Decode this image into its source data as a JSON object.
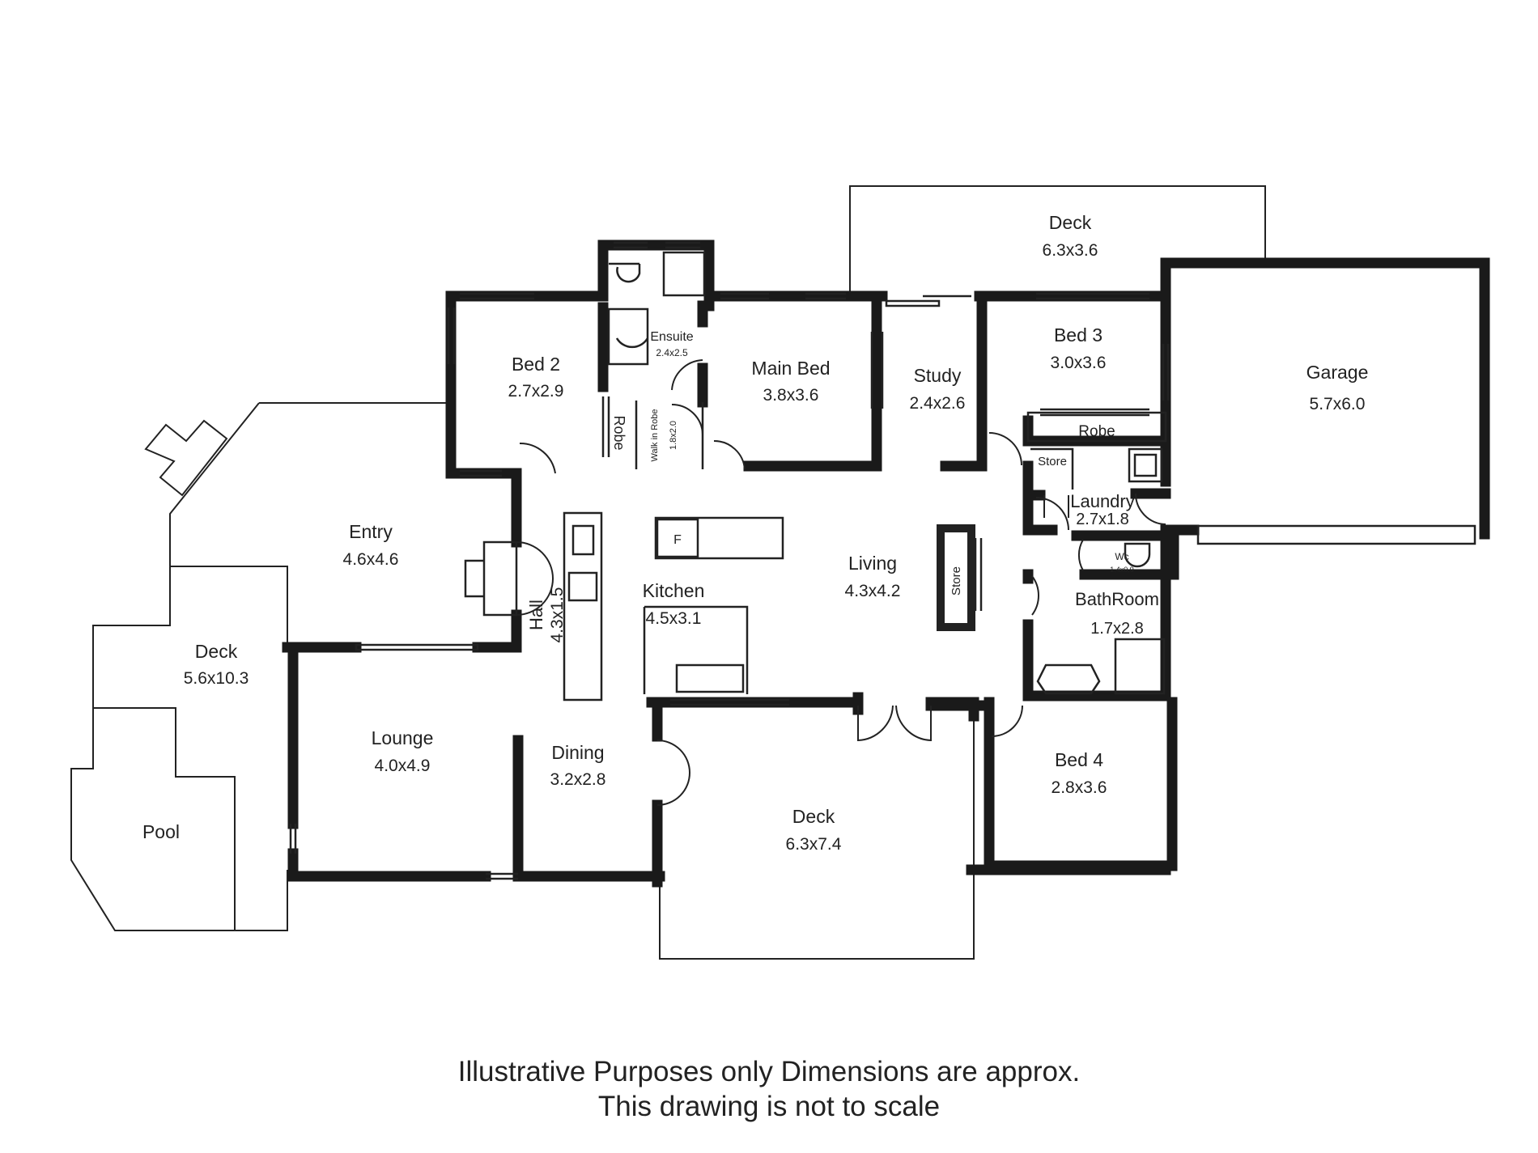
{
  "plan": {
    "rooms": [
      {
        "id": "deck_top",
        "name": "Deck",
        "size": "6.3x3.6"
      },
      {
        "id": "garage",
        "name": "Garage",
        "size": "5.7x6.0"
      },
      {
        "id": "bed3",
        "name": "Bed 3",
        "size": "3.0x3.6"
      },
      {
        "id": "study",
        "name": "Study",
        "size": "2.4x2.6"
      },
      {
        "id": "main_bed",
        "name": "Main Bed",
        "size": "3.8x3.6"
      },
      {
        "id": "ensuite",
        "name": "Ensuite",
        "size": "2.4x2.5"
      },
      {
        "id": "bed2",
        "name": "Bed 2",
        "size": "2.7x2.9"
      },
      {
        "id": "robe_bed2",
        "name": "Robe",
        "size": ""
      },
      {
        "id": "walk_in_robe",
        "name": "Walk in Robe",
        "size": "1.8x2.0"
      },
      {
        "id": "robe_bed3",
        "name": "Robe",
        "size": ""
      },
      {
        "id": "store_laundry",
        "name": "Store",
        "size": ""
      },
      {
        "id": "laundry",
        "name": "Laundry",
        "size": "2.7x1.8"
      },
      {
        "id": "wc",
        "name": "Wc",
        "size": "1.4x0.9"
      },
      {
        "id": "bathroom",
        "name": "BathRoom",
        "size": "1.7x2.8"
      },
      {
        "id": "entry",
        "name": "Entry",
        "size": "4.6x4.6"
      },
      {
        "id": "hall",
        "name": "Hall",
        "size": "4.3x1.5"
      },
      {
        "id": "kitchen",
        "name": "Kitchen",
        "size": "4.5x3.1"
      },
      {
        "id": "living",
        "name": "Living",
        "size": "4.3x4.2"
      },
      {
        "id": "store_living",
        "name": "Store",
        "size": ""
      },
      {
        "id": "deck_left",
        "name": "Deck",
        "size": "5.6x10.3"
      },
      {
        "id": "lounge",
        "name": "Lounge",
        "size": "4.0x4.9"
      },
      {
        "id": "dining",
        "name": "Dining",
        "size": "3.2x2.8"
      },
      {
        "id": "deck_bottom",
        "name": "Deck",
        "size": "6.3x7.4"
      },
      {
        "id": "bed4",
        "name": "Bed 4",
        "size": "2.8x3.6"
      },
      {
        "id": "pool",
        "name": "Pool",
        "size": ""
      }
    ],
    "fridge_label": "F"
  },
  "disclaimer": {
    "line1": "Illustrative Purposes only Dimensions are approx.",
    "line2": "This drawing is not to scale"
  },
  "colors": {
    "wall": "#1a1a1a",
    "line": "#222222",
    "background": "#ffffff"
  }
}
